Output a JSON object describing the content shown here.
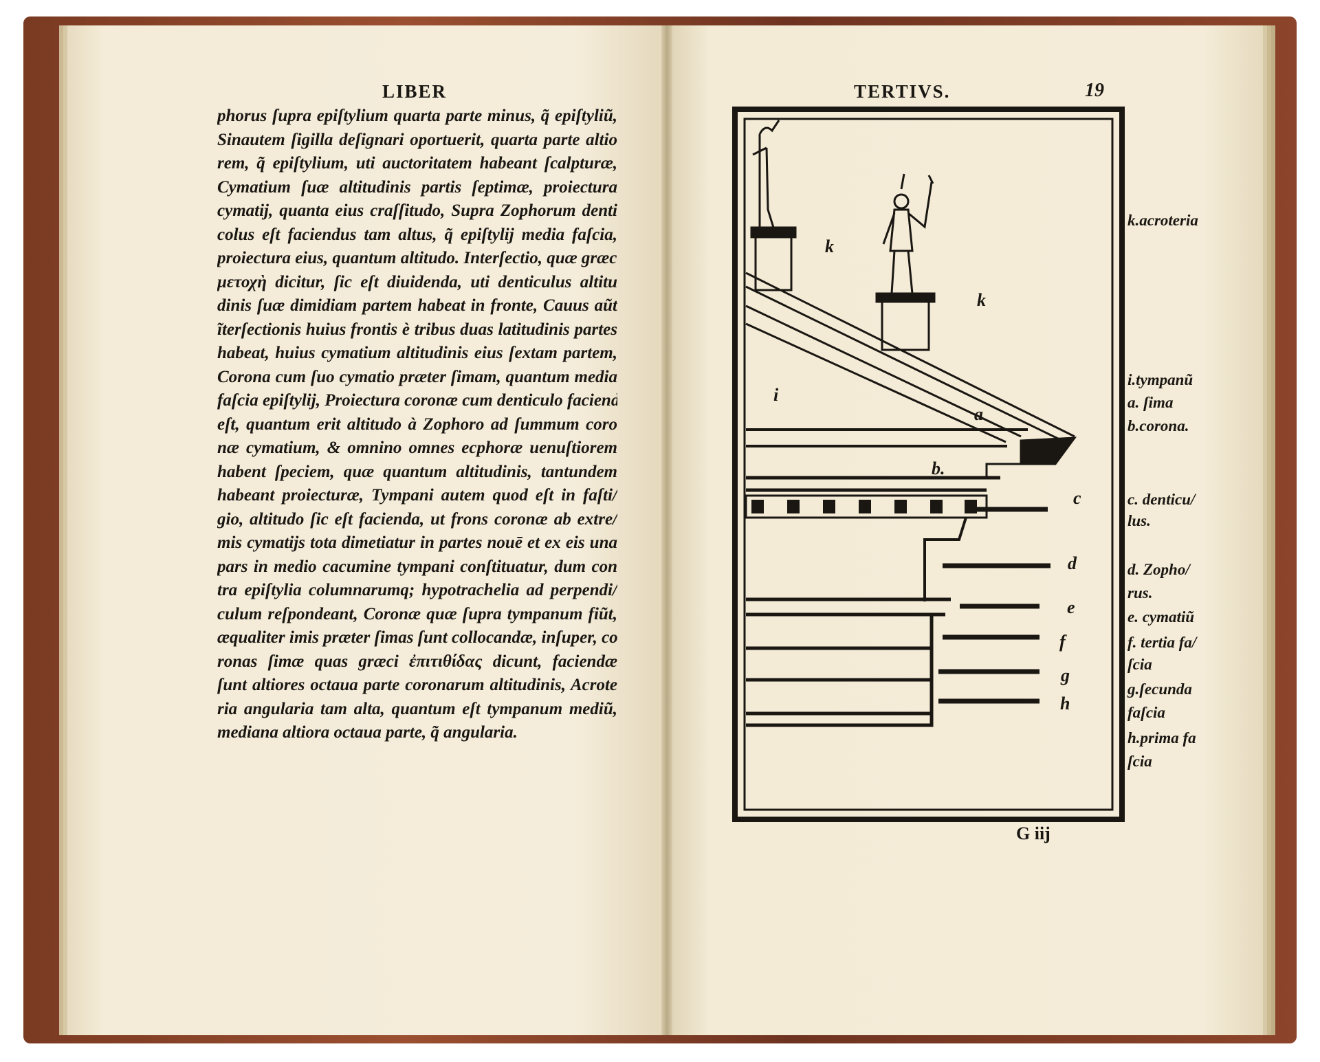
{
  "left_page": {
    "running_head": "LIBER",
    "lines": [
      "phorus ſupra epiſtylium quarta parte minus, q̃ epiſtyliũ,",
      "Sinautem ſigilla deſignari oportuerit, quarta parte altio",
      "rem, q̃ epiſtylium, uti auctoritatem habeant ſcalpturæ,",
      "Cymatium ſuæ altitudinis partis ſeptimæ, proiectura",
      "cymatij, quanta eius craſſitudo, Supra Zophorum denti",
      "colus eſt faciendus tam altus, q̃ epiſtylij media faſcia,",
      "proiectura eius, quantum altitudo. Interſectio, quæ græce",
      "μετοχὴ dicitur, ſic eſt diuidenda, uti denticulus altitu",
      "dinis ſuæ dimidiam partem habeat in fronte, Cauus aũt",
      "ĩterſectionis huius frontis è tribus duas latitudinis partes",
      "habeat, huius cymatium altitudinis eius ſextam partem,",
      "Corona cum ſuo cymatio præter ſimam, quantum media",
      "faſcia epiſtylij, Proiectura coronæ cum denticulo facienda",
      "eſt, quantum erit altitudo à Zophoro ad ſummum coro",
      "næ cymatium, & omnino omnes ecphoræ uenuſtiorem",
      "habent ſpeciem, quæ quantum altitudinis, tantundem",
      "habeant proiecturæ, Tympani autem quod eſt in faſti/",
      "gio, altitudo ſic eſt facienda, ut frons coronæ ab extre/",
      "mis cymatijs tota dimetiatur in partes nouē et ex eis una",
      "pars in medio cacumine tympani conſtituatur, dum con",
      "tra epiſtylia columnarumq; hypotrachelia ad perpendi/",
      "culum reſpondeant, Coronæ quæ ſupra tympanum fiũt,",
      "æqualiter imis præter ſimas ſunt collocandæ, inſuper, co",
      "ronas ſimæ quas græci ἐπιτιθίδας dicunt, faciendæ",
      "ſunt altiores octaua parte coronarum altitudinis, Acrote",
      "ria angularia tam alta, quantum eſt tympanum mediũ,",
      "mediana altiora octaua parte, q̃ angularia."
    ]
  },
  "right_page": {
    "running_head": "TERTIVS.",
    "page_number": "19",
    "signature": "G iij",
    "figure_letters": {
      "k1": "k",
      "k2": "k",
      "i": "i",
      "a": "a",
      "b": "b.",
      "c": "c",
      "d": "d",
      "e": "e",
      "f": "f",
      "g": "g",
      "h": "h"
    },
    "legend": [
      "k.acroteria",
      "i.tympanũ",
      "a. ſima",
      "b.corona.",
      "c. denticu/",
      "lus.",
      "d. Zopho/",
      "rus.",
      "e. cymatiũ",
      "f. tertia fa/",
      "ſcia",
      "g.ſecunda",
      "faſcia",
      "h.prima fa",
      "ſcia"
    ]
  },
  "colors": {
    "paper": "#f2e9d3",
    "ink": "#1a1713",
    "binding": "#8c452a"
  }
}
